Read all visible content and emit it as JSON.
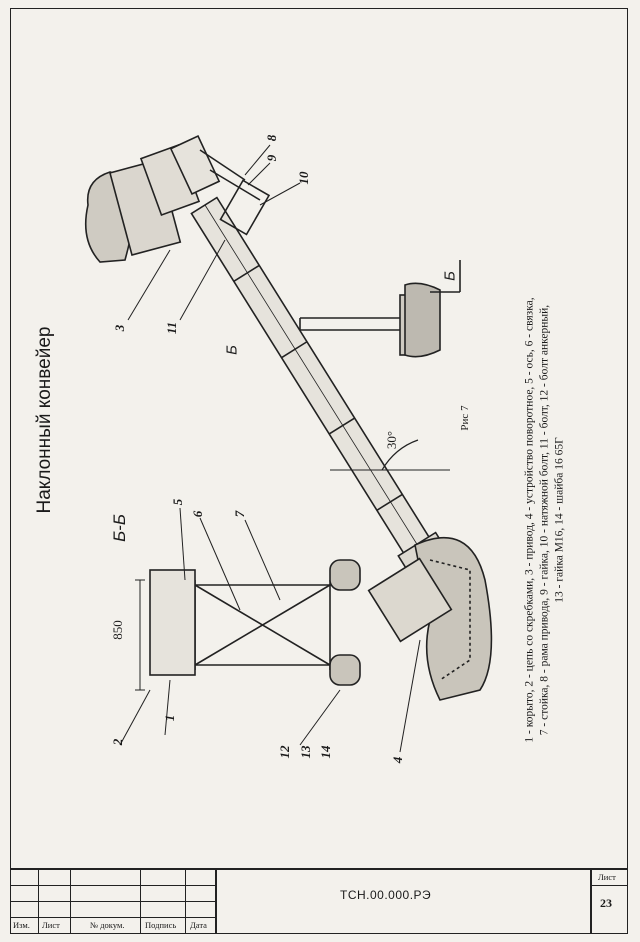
{
  "drawing": {
    "title": "Наклонный конвейер",
    "section_label": "Б-Б",
    "section_marker": "Б",
    "section_marker_lower": "Б",
    "dimension": "850",
    "angle": "30°",
    "figure_label": "Рис 7",
    "callouts": {
      "c1": "1",
      "c2": "2",
      "c3": "3",
      "c4": "4",
      "c5": "5",
      "c6": "6",
      "c7": "7",
      "c8": "8",
      "c9": "9",
      "c10": "10",
      "c11": "11",
      "c12": "12",
      "c13": "13",
      "c14": "14"
    }
  },
  "caption": {
    "line1": "1 - корыто, 2 - цепь со скребками, 3 - привод, 4 - устройство поворотное, 5 - ось, 6 - связка,",
    "line2": "7 - стойка, 8 - рама привода, 9 - гайка, 10 - натяжной болт, 11 - болт, 12 - болт анкерный,",
    "line3": "13 - гайка М16, 14 - шайба 16 65Г"
  },
  "title_block": {
    "code": "ТСН.00.000.РЭ",
    "sheet_label": "Лист",
    "sheet_number": "23",
    "columns": [
      "Изм.",
      "Лист",
      "№ докум.",
      "Подпись",
      "Дата"
    ]
  }
}
